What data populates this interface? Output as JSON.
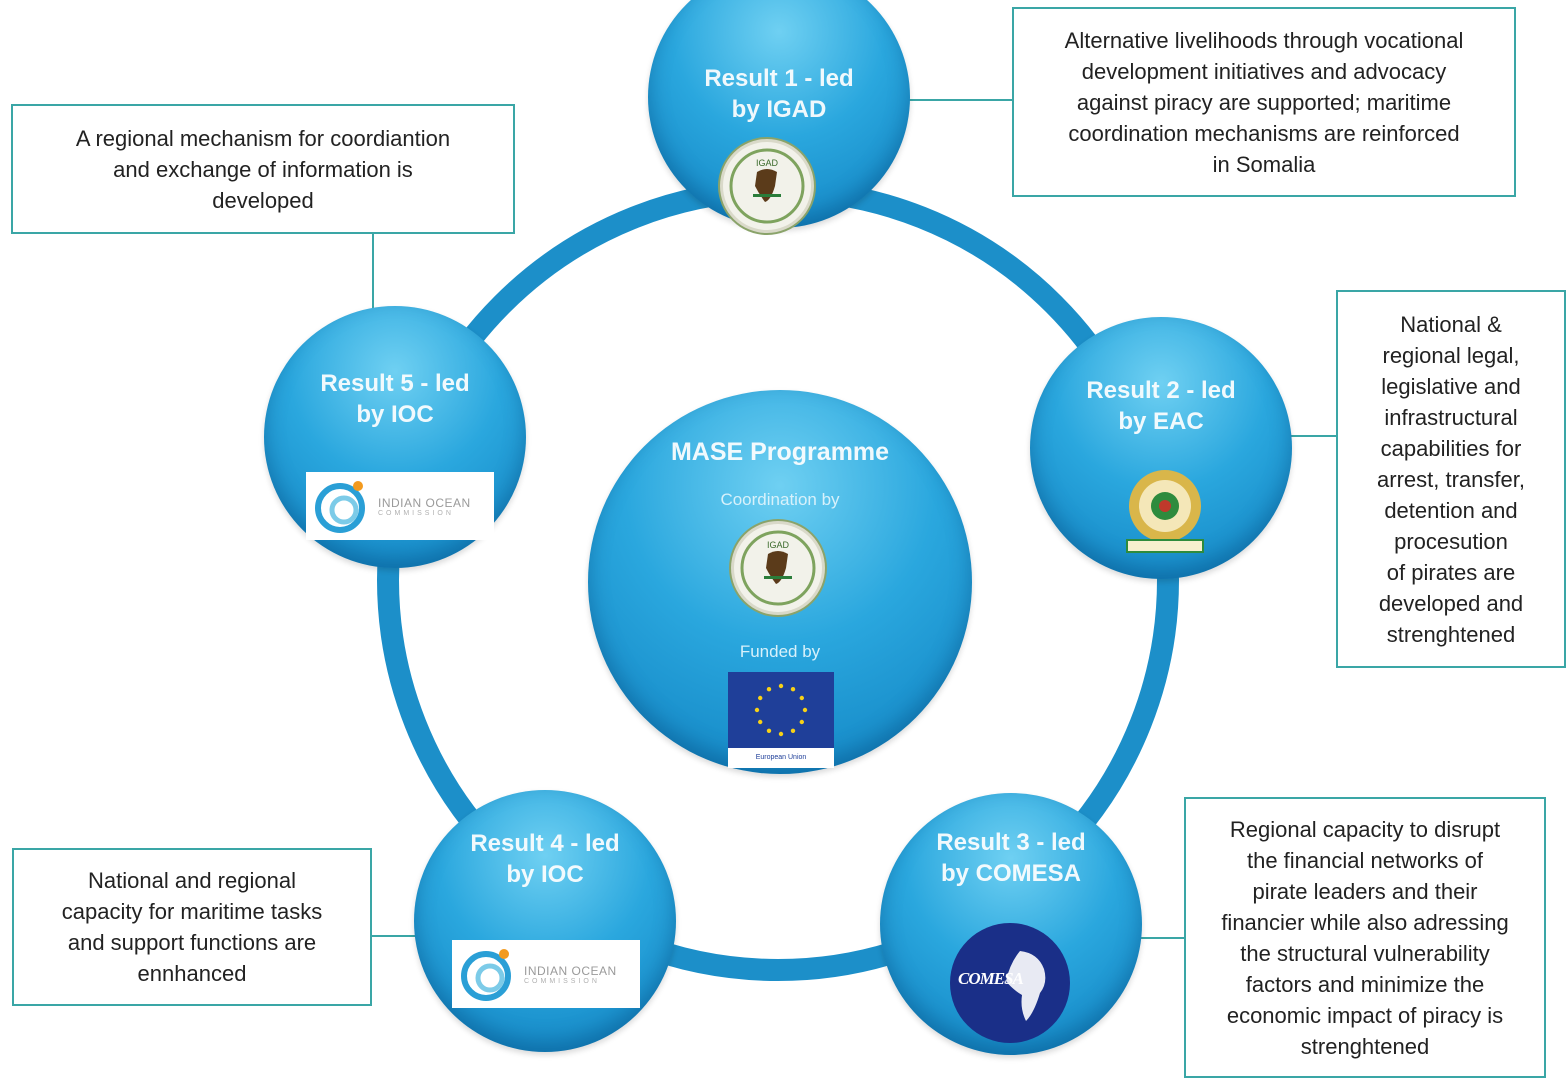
{
  "colors": {
    "ring": "#1c8fc9",
    "node_gradient": [
      "#6fd0f2",
      "#2aa7de",
      "#0e7fbf"
    ],
    "box_border": "#3aa6a6",
    "text": "#222222"
  },
  "center": {
    "title": "MASE Programme",
    "coordination_label": "Coordination by",
    "funded_label": "Funded by",
    "eu_caption": "European Union"
  },
  "results": [
    {
      "title_line1": "Result 1 - led",
      "title_line2": "by IGAD",
      "logo": "igad-seal",
      "logo_text": "IGAD"
    },
    {
      "title_line1": "Result 2 - led",
      "title_line2": "by EAC",
      "logo": "eac-emblem"
    },
    {
      "title_line1": "Result 3 - led",
      "title_line2": "by COMESA",
      "logo": "comesa-logo",
      "logo_text": "COMESA"
    },
    {
      "title_line1": "Result 4 - led",
      "title_line2": "by IOC",
      "logo": "ioc-logo",
      "logo_text": "INDIAN OCEAN",
      "logo_subtext": "COMMISSION"
    },
    {
      "title_line1": "Result 5 - led",
      "title_line2": "by IOC",
      "logo": "ioc-logo",
      "logo_text": "INDIAN OCEAN",
      "logo_subtext": "COMMISSION"
    }
  ],
  "boxes": {
    "r1": [
      "Alternative livelihoods through vocational",
      "development initiatives and advocacy",
      "against piracy are supported; maritime",
      "coordination mechanisms are reinforced",
      "in Somalia"
    ],
    "r2": [
      "National &",
      "regional legal,",
      "legislative and",
      "infrastructural",
      "capabilities for",
      "arrest, transfer,",
      "detention and",
      "procesution",
      "of pirates are",
      "developed and",
      "strenghtened"
    ],
    "r3": [
      "Regional capacity to disrupt",
      "the financial networks of",
      "pirate leaders and their",
      "financier while also adressing",
      "the structural vulnerability",
      "factors and minimize the",
      "economic impact of piracy is",
      "strenghtened"
    ],
    "r4": [
      "National and regional",
      "capacity for maritime tasks",
      "and support functions are",
      "ennhanced"
    ],
    "r5": [
      "A regional mechanism for coordiantion",
      "and exchange of information is",
      "developed"
    ]
  }
}
